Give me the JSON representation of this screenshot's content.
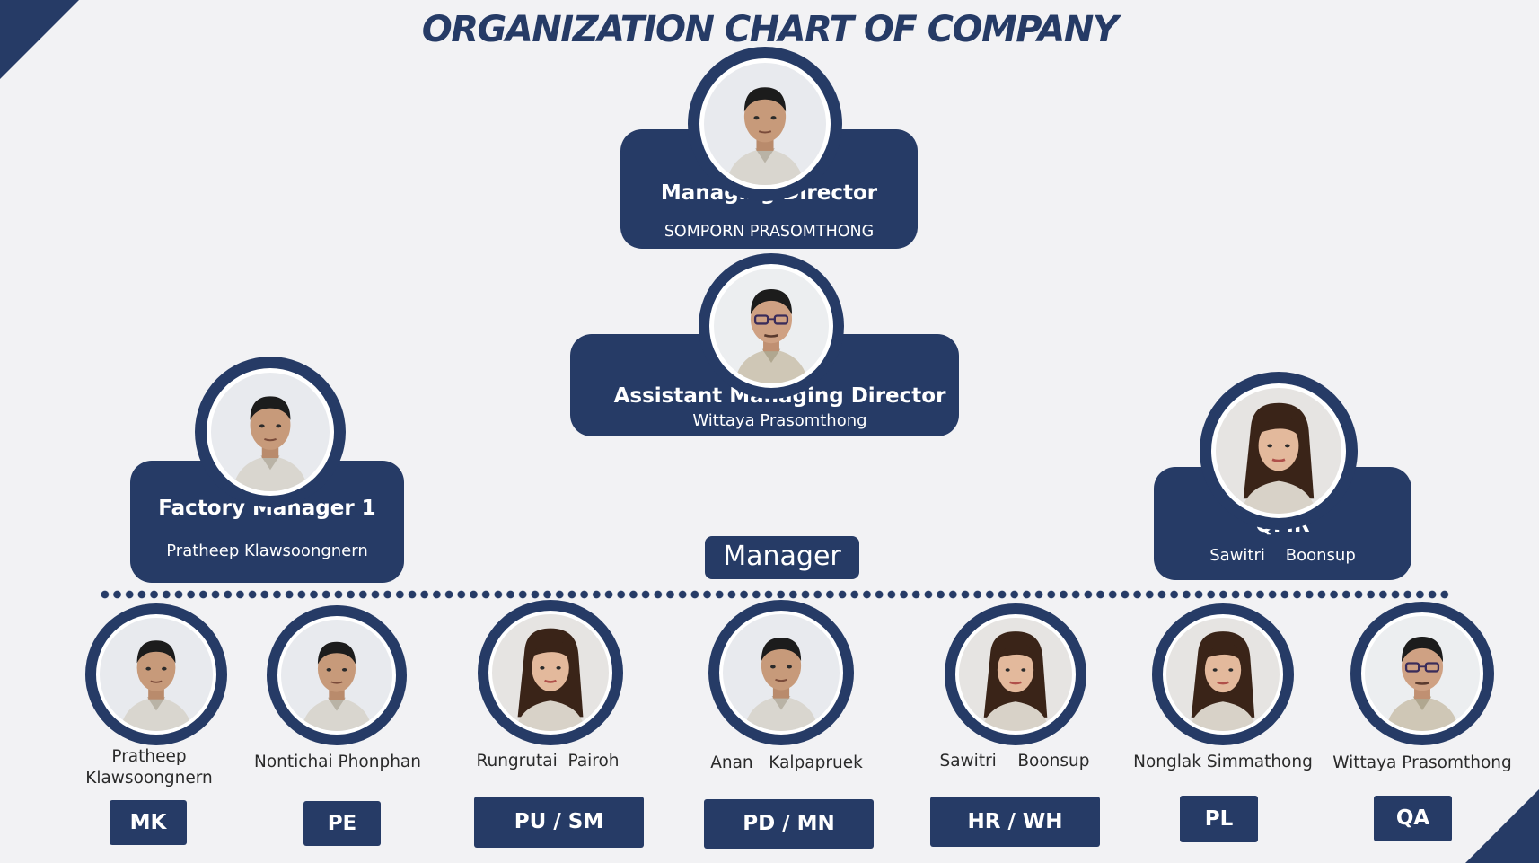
{
  "title": "ORGANIZATION CHART OF COMPANY",
  "colors": {
    "navy": "#263b66",
    "background": "#f2f2f4"
  },
  "leaders": {
    "managing_director": {
      "role": "Managing Director",
      "name": "SOMPORN PRASOMTHONG"
    },
    "assistant_md": {
      "role": "Assistant Managing Director",
      "name": "Wittaya Prasomthong"
    },
    "factory_manager": {
      "role": "Factory Manager 1",
      "name": "Pratheep Klawsoongnern"
    },
    "qmr": {
      "role": "QMR",
      "name": "Sawitri    Boonsup"
    }
  },
  "manager_label": "Manager",
  "staff": [
    {
      "name_line1": "Pratheep",
      "name_line2": "Klawsoongnern",
      "dept": "MK"
    },
    {
      "name_line1": "Nontichai Phonphan",
      "name_line2": "",
      "dept": "PE"
    },
    {
      "name_line1": "Rungrutai  Pairoh",
      "name_line2": "",
      "dept": "PU / SM"
    },
    {
      "name_line1": "Anan   Kalpapruek",
      "name_line2": "",
      "dept": "PD / MN"
    },
    {
      "name_line1": "Sawitri    Boonsup",
      "name_line2": "",
      "dept": "HR / WH"
    },
    {
      "name_line1": "Nonglak Simmathong",
      "name_line2": "",
      "dept": "PL"
    },
    {
      "name_line1": "Wittaya Prasomthong",
      "name_line2": "",
      "dept": "QA"
    }
  ]
}
